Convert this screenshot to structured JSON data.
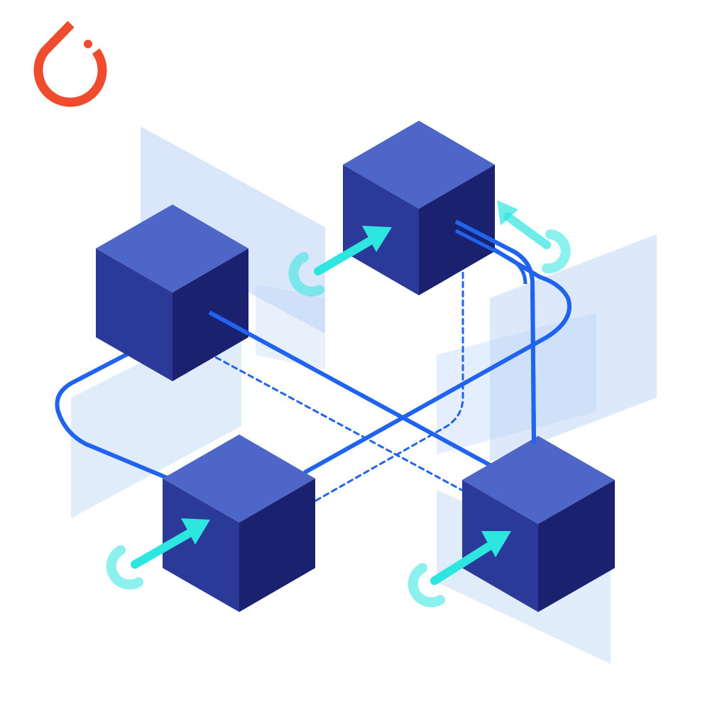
{
  "colors": {
    "background": "#ffffff",
    "logo": "#ee4c2c",
    "cube_top": "#4d66c8",
    "cube_left": "#2b3a98",
    "cube_right": "#1a2270",
    "connector": "#1f63ee",
    "arrow": "#2ee6e0",
    "plane": "#bcd4f7"
  },
  "logo": {
    "icon": "pytorch-flame-logo"
  },
  "cubes": [
    {
      "name": "cube-top"
    },
    {
      "name": "cube-left"
    },
    {
      "name": "cube-bottom-left"
    },
    {
      "name": "cube-bottom-right"
    }
  ]
}
